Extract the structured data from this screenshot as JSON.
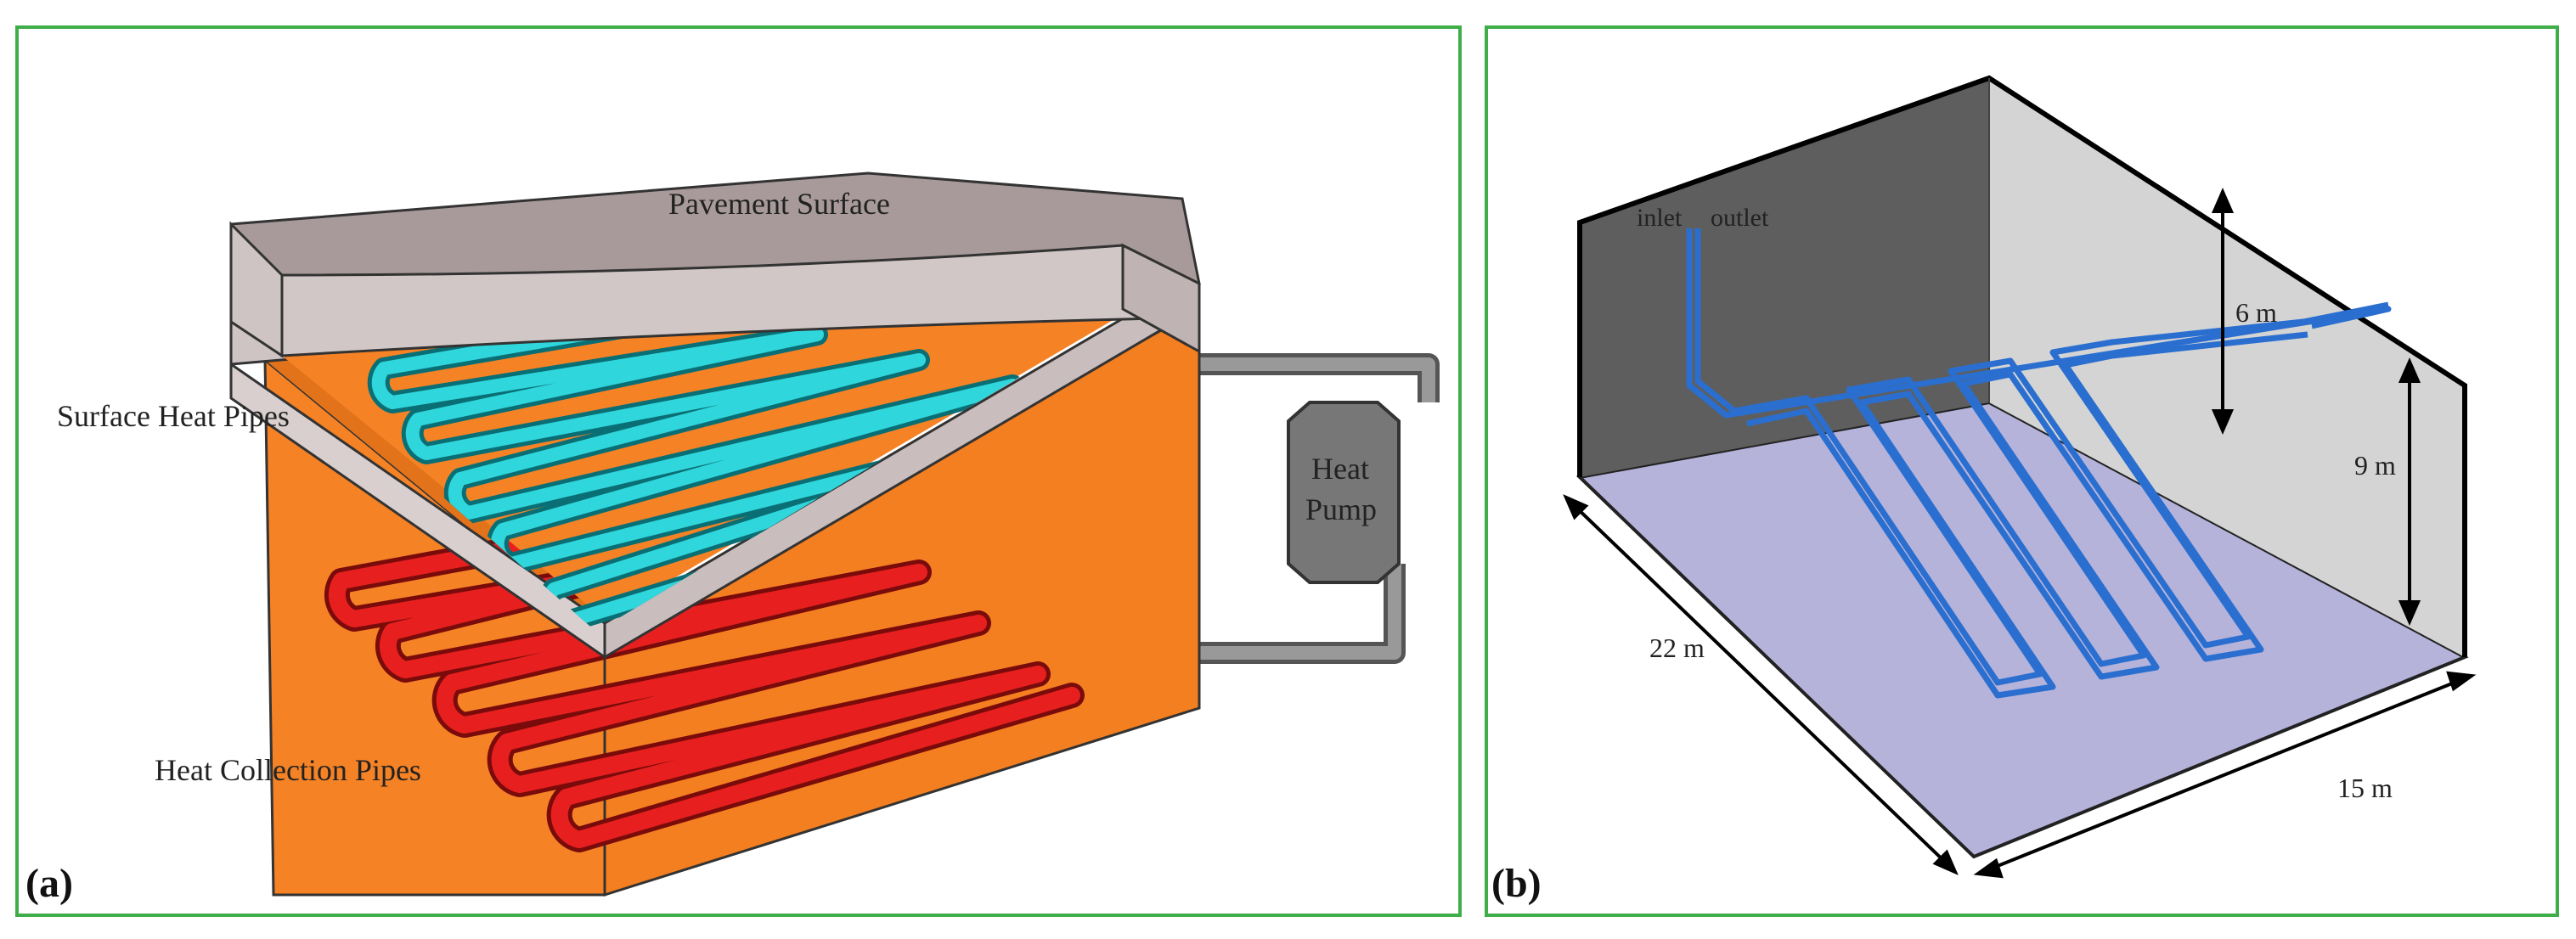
{
  "panel_a": {
    "panel_label": "(a)",
    "pavement_surface_label": "Pavement Surface",
    "surface_heat_pipes_label": "Surface Heat Pipes",
    "heat_pump_label_line1": "Heat",
    "heat_pump_label_line2": "Pump",
    "heat_collection_pipes_label": "Heat Collection Pipes",
    "colors": {
      "pavement": "#a89a9a",
      "layer": "#cfc4c4",
      "soil": "#f58225",
      "surface_pipes": "#2fd6dc",
      "collection_pipes": "#e81f1f",
      "heat_pump": "#777777",
      "frame": "#3fae49"
    }
  },
  "panel_b": {
    "panel_label": "(b)",
    "inlet_label": "inlet",
    "outlet_label": "outlet",
    "dim_height_label": "6 m",
    "dim_depth_label": "9 m",
    "dim_length_label": "22 m",
    "dim_width_label": "15 m",
    "colors": {
      "floor": "#b5b3da",
      "back_wall": "#5e5e5e",
      "side_wall": "#cfcfcf",
      "pipe": "#2a6fd0"
    }
  }
}
